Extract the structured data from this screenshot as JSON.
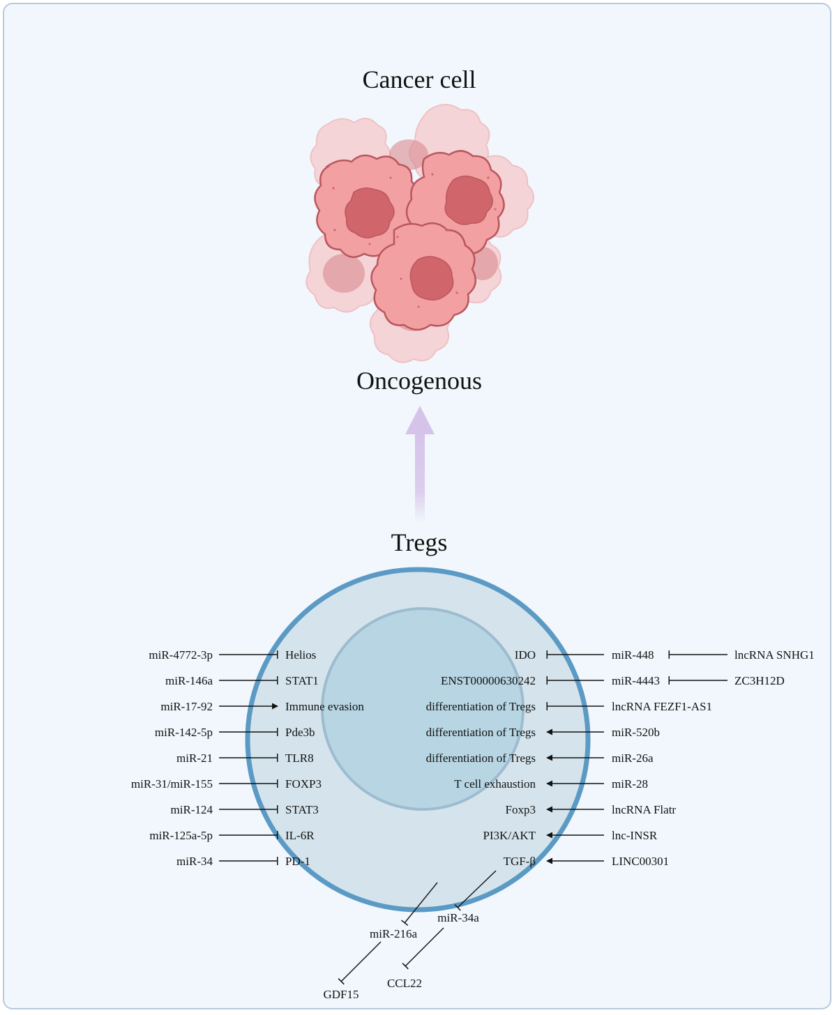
{
  "titles": {
    "cancer_cell": "Cancer cell",
    "oncogenous": "Oncogenous",
    "tregs": "Tregs"
  },
  "colors": {
    "cell_outer_ring": "#5b9ac4",
    "cell_fill": "#d5e4ec",
    "nucleus_fill": "#b7d5e2",
    "arrow_gradient": "#d6c3ea",
    "cancer_cell": "#f3a3a6"
  },
  "left_interactions": [
    {
      "source": "miR-4772-3p",
      "type": "inhibit",
      "target": "Helios"
    },
    {
      "source": "miR-146a",
      "type": "inhibit",
      "target": "STAT1"
    },
    {
      "source": "miR-17-92",
      "type": "activate",
      "target": "Immune evasion"
    },
    {
      "source": "miR-142-5p",
      "type": "inhibit",
      "target": "Pde3b"
    },
    {
      "source": "miR-21",
      "type": "inhibit",
      "target": "TLR8"
    },
    {
      "source": "miR-31/miR-155",
      "type": "inhibit",
      "target": "FOXP3"
    },
    {
      "source": "miR-124",
      "type": "inhibit",
      "target": "STAT3"
    },
    {
      "source": "miR-125a-5p",
      "type": "inhibit",
      "target": "IL-6R"
    },
    {
      "source": "miR-34",
      "type": "inhibit",
      "target": "PD-1"
    }
  ],
  "right_interactions": [
    {
      "target": "IDO",
      "type": "inhibit",
      "source": "miR-448",
      "upstream_type": "inhibit",
      "upstream": "lncRNA SNHG1"
    },
    {
      "target": "ENST00000630242",
      "type": "inhibit",
      "source": "miR-4443",
      "upstream_type": "inhibit",
      "upstream": "ZC3H12D"
    },
    {
      "target": "differentiation of Tregs",
      "type": "inhibit",
      "source": "lncRNA FEZF1-AS1"
    },
    {
      "target": "differentiation of Tregs",
      "type": "activate",
      "source": "miR-520b"
    },
    {
      "target": "differentiation of Tregs",
      "type": "activate",
      "source": "miR-26a"
    },
    {
      "target": "T cell exhaustion",
      "type": "activate",
      "source": "miR-28"
    },
    {
      "target": "Foxp3",
      "type": "activate",
      "source": "lncRNA Flatr"
    },
    {
      "target": "PI3K/AKT",
      "type": "activate",
      "source": "lnc-INSR"
    },
    {
      "target": "TGF-β",
      "type": "activate",
      "source": "LINC00301"
    }
  ],
  "bottom_interactions": {
    "mir216a": "miR-216a",
    "mir34a": "miR-34a",
    "gdf15": "GDF15",
    "ccl22": "CCL22"
  }
}
